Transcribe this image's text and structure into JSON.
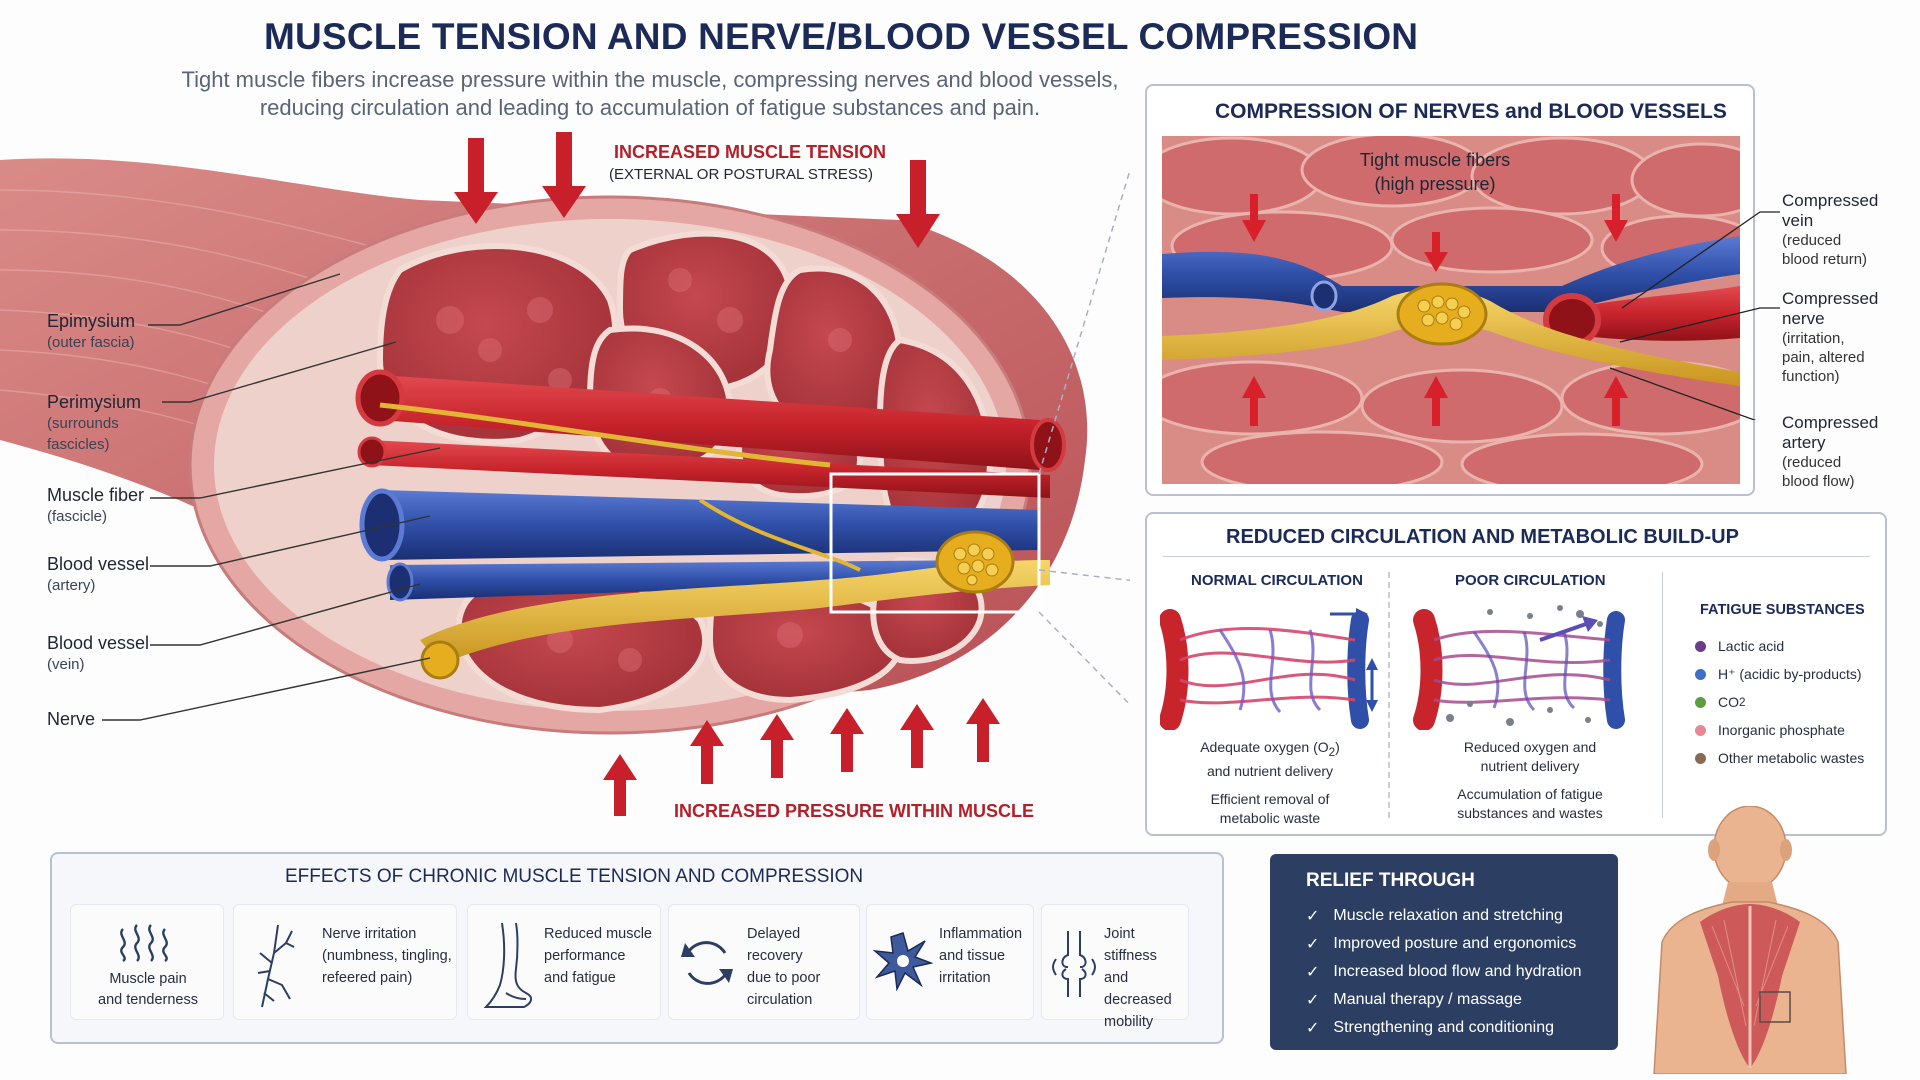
{
  "header": {
    "title": "MUSCLE TENSION AND NERVE/BLOOD VESSEL COMPRESSION",
    "subtitle_line1": "Tight muscle fibers increase pressure within the muscle, compressing nerves and blood vessels,",
    "subtitle_line2": "reducing circulation and leading to accumulation of fatigue substances and pain."
  },
  "main_diagram": {
    "tension_label": "INCREASED MUSCLE TENSION",
    "tension_sub": "(EXTERNAL OR POSTURAL STRESS)",
    "pressure_label": "INCREASED PRESSURE WITHIN MUSCLE",
    "labels": [
      {
        "name": "Epimysium",
        "sub": "(outer fascia)"
      },
      {
        "name": "Perimysium",
        "sub1": "(surrounds",
        "sub2": "fascicles)"
      },
      {
        "name": "Muscle fiber",
        "sub": "(fascicle)"
      },
      {
        "name": "Blood vessel",
        "sub": "(artery)"
      },
      {
        "name": "Blood vessel",
        "sub": "(vein)"
      },
      {
        "name": "Nerve"
      }
    ]
  },
  "compression_panel": {
    "title": "COMPRESSION OF NERVES and BLOOD VESSELS",
    "fibers_label1": "Tight muscle fibers",
    "fibers_label2": "(high pressure)",
    "callouts": [
      {
        "name1": "Compressed",
        "name2": "vein",
        "sub1": "(reduced",
        "sub2": "blood return)"
      },
      {
        "name1": "Compressed",
        "name2": "nerve",
        "sub1": "(irritation,",
        "sub2": "pain, altered",
        "sub3": "function)"
      },
      {
        "name1": "Compressed",
        "name2": "artery",
        "sub1": "(reduced",
        "sub2": "blood flow)"
      }
    ]
  },
  "circulation_panel": {
    "title": "REDUCED CIRCULATION AND METABOLIC BUILD-UP",
    "normal": {
      "heading": "NORMAL CIRCULATION",
      "cap1a": "Adequate oxygen (O",
      "cap1sub": "2",
      "cap1b": ")",
      "cap2": "and nutrient delivery",
      "cap3": "Efficient removal of",
      "cap4": "metabolic waste"
    },
    "poor": {
      "heading": "POOR CIRCULATION",
      "cap1": "Reduced oxygen and",
      "cap2": "nutrient delivery",
      "cap3": "Accumulation of fatigue",
      "cap4": "substances and wastes"
    },
    "fatigue": {
      "heading": "FATIGUE SUBSTANCES",
      "items": [
        {
          "label": "Lactic acid",
          "color": "#6a3a8c"
        },
        {
          "label": "H⁺ (acidic by-products)",
          "color": "#3f6fc4"
        },
        {
          "label": "CO",
          "sub": "2",
          "color": "#5c9e3f"
        },
        {
          "label": "Inorganic phosphate",
          "color": "#e58a94"
        },
        {
          "label": "Other metabolic wastes",
          "color": "#8a6a52"
        }
      ]
    }
  },
  "effects_panel": {
    "title": "EFFECTS OF CHRONIC MUSCLE TENSION AND COMPRESSION",
    "items": [
      {
        "line1": "Muscle pain",
        "line2": "and tenderness",
        "icon": "pain-waves-icon"
      },
      {
        "line1": "Nerve irritation",
        "line2": "(numbness, tingling,",
        "line3": "refeered pain)",
        "icon": "nerve-icon"
      },
      {
        "line1": "Reduced muscle",
        "line2": "performance",
        "line3": "and fatigue",
        "icon": "leg-icon"
      },
      {
        "line1": "Delayed recovery",
        "line2": "due to poor",
        "line3": "circulation",
        "icon": "cycle-arrows-icon"
      },
      {
        "line1": "Inflammation",
        "line2": "and tissue",
        "line3": "irritation",
        "icon": "inflammation-icon"
      },
      {
        "line1": "Joint stiffness",
        "line2": "and decreased",
        "line3": "mobility",
        "icon": "joint-icon"
      }
    ]
  },
  "relief": {
    "title": "RELIEF THROUGH",
    "items": [
      "Muscle relaxation and stretching",
      "Improved posture and ergonomics",
      "Increased blood flow and hydration",
      "Manual therapy / massage",
      "Strengthening and conditioning"
    ],
    "check": "✓"
  },
  "colors": {
    "muscle": "#c24e54",
    "artery": "#c8242c",
    "vein": "#2f4fa8",
    "nerve": "#e2b534",
    "navy": "#1b2a57",
    "alert_red": "#b3202a"
  }
}
